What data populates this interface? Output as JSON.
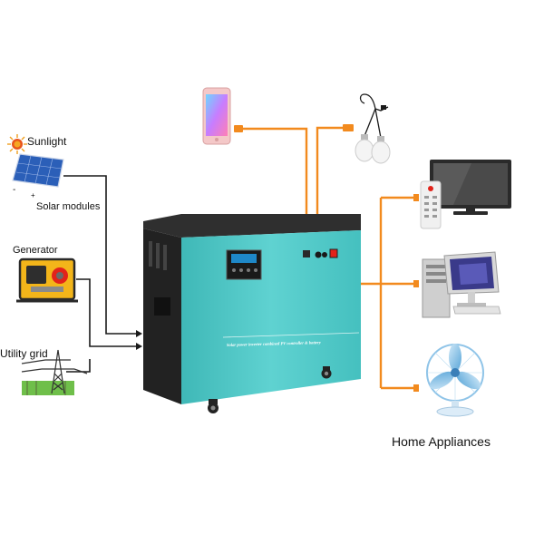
{
  "sources": {
    "sunlight_label": "Sunlight",
    "solar_label": "Solar modules",
    "solar_minus": "-",
    "solar_plus": "+",
    "generator_label": "Generator",
    "grid_label": "Utility grid"
  },
  "unit": {
    "panel_text": "Solar power inverter combined PV controller & battery"
  },
  "outputs": {
    "home_label": "Home Appliances"
  },
  "colors": {
    "wire_orange": "#f28a1e",
    "wire_black": "#1a1a1a",
    "unit_teal": "#4fc9c8",
    "unit_dark": "#2b2b2b"
  }
}
